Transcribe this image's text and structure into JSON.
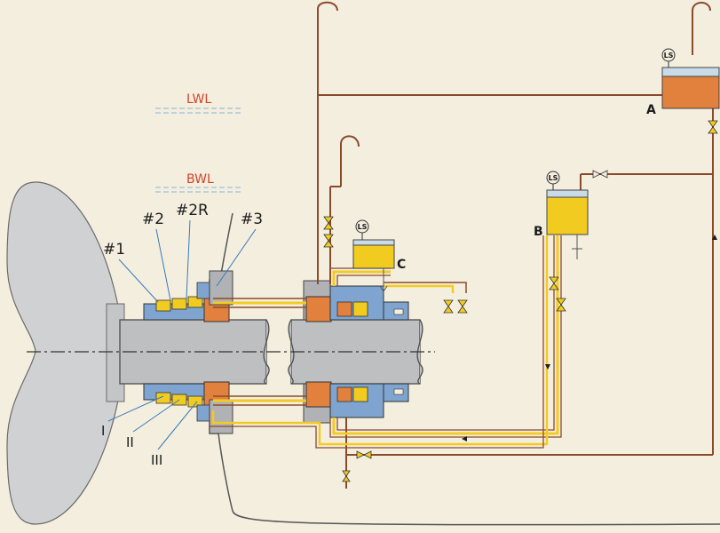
{
  "diagram": {
    "water_levels": {
      "lwl": "LWL",
      "bwl": "BWL"
    },
    "seal_labels": {
      "seal_1": "#1",
      "seal_2": "#2",
      "seal_2r": "#2R",
      "seal_3": "#3"
    },
    "chamber_labels": {
      "chamber_1": "I",
      "chamber_2": "II",
      "chamber_3": "III"
    },
    "tanks": {
      "tank_a": "A",
      "tank_b": "B",
      "tank_c": "C",
      "level_switch": "LS"
    },
    "colors": {
      "background": "#f4eedf",
      "pipe_brown": "#8a4a2c",
      "oil_yellow": "#f2cb20",
      "oil_orange": "#e2803e",
      "housing_blue": "#7ea4cf",
      "shaft_grey": "#bdbfc1",
      "propeller_grey": "#d0d1d3",
      "waterline_red": "#d1452b"
    }
  }
}
